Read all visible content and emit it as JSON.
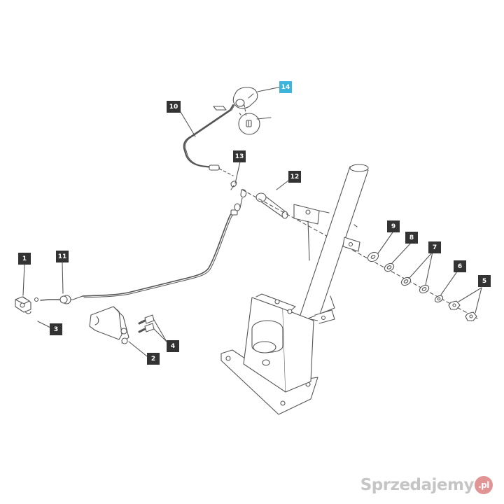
{
  "callouts": [
    {
      "id": "c1",
      "label": "1"
    },
    {
      "id": "c2",
      "label": "2"
    },
    {
      "id": "c3",
      "label": "3"
    },
    {
      "id": "c4",
      "label": "4"
    },
    {
      "id": "c5",
      "label": "5"
    },
    {
      "id": "c6",
      "label": "6"
    },
    {
      "id": "c7",
      "label": "7"
    },
    {
      "id": "c8",
      "label": "8"
    },
    {
      "id": "c9",
      "label": "9"
    },
    {
      "id": "c10",
      "label": "10"
    },
    {
      "id": "c11",
      "label": "11"
    },
    {
      "id": "c12",
      "label": "12"
    },
    {
      "id": "c13",
      "label": "13"
    },
    {
      "id": "c14",
      "label": "14",
      "highlighted": true
    }
  ],
  "watermark": {
    "text": "Sprzedajemy",
    "suffix": ".pl"
  },
  "colors": {
    "callout_bg": "#333333",
    "highlight_bg": "#3cb4dc",
    "line": "#555555"
  }
}
